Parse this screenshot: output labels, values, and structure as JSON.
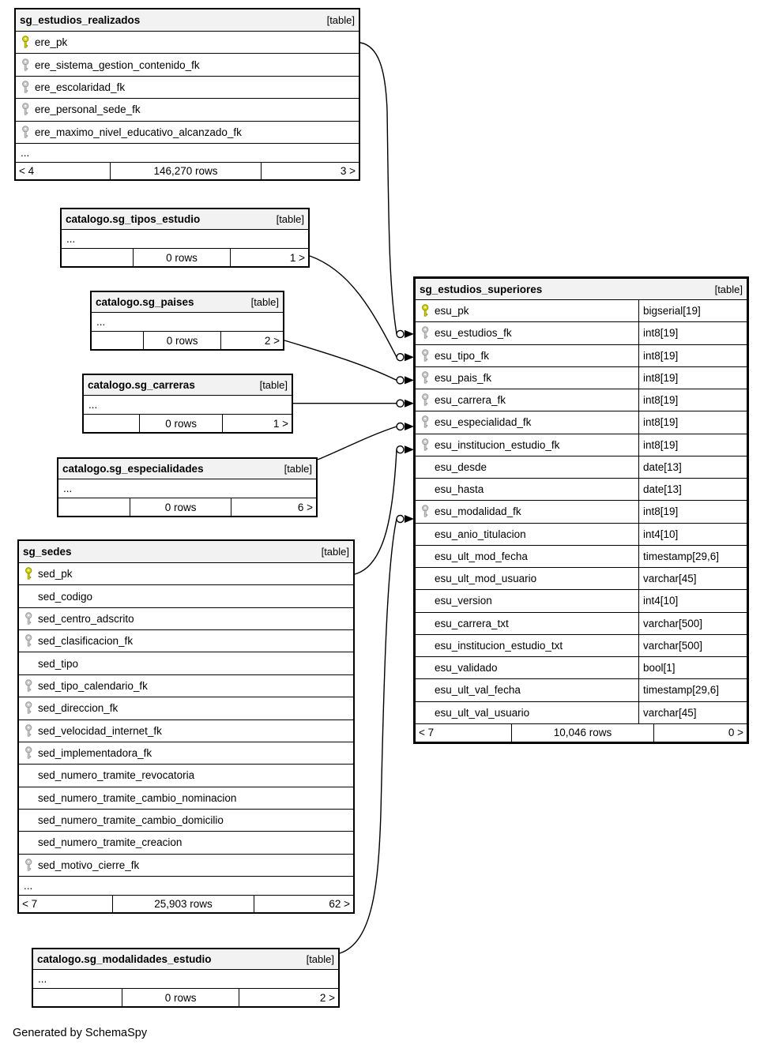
{
  "diagram": {
    "footer_note": "Generated by SchemaSpy",
    "colors": {
      "header_bg": "#f2f2f2",
      "pk_key_fill": "#d9d900",
      "pk_key_stroke": "#8f8f00",
      "fk_key_fill": "#cccccc",
      "fk_key_stroke": "#999999",
      "line": "#000000"
    }
  },
  "tables": [
    {
      "id": "sg_estudios_realizados",
      "name": "sg_estudios_realizados",
      "type_label": "[table]",
      "columns": [
        {
          "name": "ere_pk",
          "key": "pk"
        },
        {
          "name": "ere_sistema_gestion_contenido_fk",
          "key": "fk"
        },
        {
          "name": "ere_escolaridad_fk",
          "key": "fk"
        },
        {
          "name": "ere_personal_sede_fk",
          "key": "fk"
        },
        {
          "name": "ere_maximo_nivel_educativo_alcanzado_fk",
          "key": "fk"
        }
      ],
      "ellipsis": "...",
      "footer": {
        "left": "< 4",
        "center": "146,270 rows",
        "right": "3 >"
      }
    },
    {
      "id": "catalogo.sg_tipos_estudio",
      "name": "catalogo.sg_tipos_estudio",
      "type_label": "[table]",
      "columns": [],
      "ellipsis": "...",
      "footer": {
        "left": "",
        "center": "0 rows",
        "right": "1 >"
      }
    },
    {
      "id": "catalogo.sg_paises",
      "name": "catalogo.sg_paises",
      "type_label": "[table]",
      "columns": [],
      "ellipsis": "...",
      "footer": {
        "left": "",
        "center": "0 rows",
        "right": "2 >"
      }
    },
    {
      "id": "catalogo.sg_carreras",
      "name": "catalogo.sg_carreras",
      "type_label": "[table]",
      "columns": [],
      "ellipsis": "...",
      "footer": {
        "left": "",
        "center": "0 rows",
        "right": "1 >"
      }
    },
    {
      "id": "catalogo.sg_especialidades",
      "name": "catalogo.sg_especialidades",
      "type_label": "[table]",
      "columns": [],
      "ellipsis": "...",
      "footer": {
        "left": "",
        "center": "0 rows",
        "right": "6 >"
      }
    },
    {
      "id": "sg_sedes",
      "name": "sg_sedes",
      "type_label": "[table]",
      "columns": [
        {
          "name": "sed_pk",
          "key": "pk"
        },
        {
          "name": "sed_codigo",
          "key": ""
        },
        {
          "name": "sed_centro_adscrito",
          "key": "fk"
        },
        {
          "name": "sed_clasificacion_fk",
          "key": "fk"
        },
        {
          "name": "sed_tipo",
          "key": ""
        },
        {
          "name": "sed_tipo_calendario_fk",
          "key": "fk"
        },
        {
          "name": "sed_direccion_fk",
          "key": "fk"
        },
        {
          "name": "sed_velocidad_internet_fk",
          "key": "fk"
        },
        {
          "name": "sed_implementadora_fk",
          "key": "fk"
        },
        {
          "name": "sed_numero_tramite_revocatoria",
          "key": ""
        },
        {
          "name": "sed_numero_tramite_cambio_nominacion",
          "key": ""
        },
        {
          "name": "sed_numero_tramite_cambio_domicilio",
          "key": ""
        },
        {
          "name": "sed_numero_tramite_creacion",
          "key": ""
        },
        {
          "name": "sed_motivo_cierre_fk",
          "key": "fk"
        }
      ],
      "ellipsis": "...",
      "footer": {
        "left": "< 7",
        "center": "25,903 rows",
        "right": "62 >"
      }
    },
    {
      "id": "catalogo.sg_modalidades_estudio",
      "name": "catalogo.sg_modalidades_estudio",
      "type_label": "[table]",
      "columns": [],
      "ellipsis": "...",
      "footer": {
        "left": "",
        "center": "0 rows",
        "right": "2 >"
      }
    },
    {
      "id": "sg_estudios_superiores",
      "name": "sg_estudios_superiores",
      "type_label": "[table]",
      "columns": [
        {
          "name": "esu_pk",
          "key": "pk",
          "type": "bigserial[19]"
        },
        {
          "name": "esu_estudios_fk",
          "key": "fk",
          "type": "int8[19]"
        },
        {
          "name": "esu_tipo_fk",
          "key": "fk",
          "type": "int8[19]"
        },
        {
          "name": "esu_pais_fk",
          "key": "fk",
          "type": "int8[19]"
        },
        {
          "name": "esu_carrera_fk",
          "key": "fk",
          "type": "int8[19]"
        },
        {
          "name": "esu_especialidad_fk",
          "key": "fk",
          "type": "int8[19]"
        },
        {
          "name": "esu_institucion_estudio_fk",
          "key": "fk",
          "type": "int8[19]"
        },
        {
          "name": "esu_desde",
          "key": "",
          "type": "date[13]"
        },
        {
          "name": "esu_hasta",
          "key": "",
          "type": "date[13]"
        },
        {
          "name": "esu_modalidad_fk",
          "key": "fk",
          "type": "int8[19]"
        },
        {
          "name": "esu_anio_titulacion",
          "key": "",
          "type": "int4[10]"
        },
        {
          "name": "esu_ult_mod_fecha",
          "key": "",
          "type": "timestamp[29,6]"
        },
        {
          "name": "esu_ult_mod_usuario",
          "key": "",
          "type": "varchar[45]"
        },
        {
          "name": "esu_version",
          "key": "",
          "type": "int4[10]"
        },
        {
          "name": "esu_carrera_txt",
          "key": "",
          "type": "varchar[500]"
        },
        {
          "name": "esu_institucion_estudio_txt",
          "key": "",
          "type": "varchar[500]"
        },
        {
          "name": "esu_validado",
          "key": "",
          "type": "bool[1]"
        },
        {
          "name": "esu_ult_val_fecha",
          "key": "",
          "type": "timestamp[29,6]"
        },
        {
          "name": "esu_ult_val_usuario",
          "key": "",
          "type": "varchar[45]"
        }
      ],
      "footer": {
        "left": "< 7",
        "center": "10,046 rows",
        "right": "0 >"
      }
    }
  ],
  "relationships": [
    {
      "from_table": "sg_estudios_realizados",
      "from_column": "ere_pk",
      "to_table": "sg_estudios_superiores",
      "to_column": "esu_estudios_fk"
    },
    {
      "from_table": "catalogo.sg_tipos_estudio",
      "from_column": "",
      "to_table": "sg_estudios_superiores",
      "to_column": "esu_tipo_fk"
    },
    {
      "from_table": "catalogo.sg_paises",
      "from_column": "",
      "to_table": "sg_estudios_superiores",
      "to_column": "esu_pais_fk"
    },
    {
      "from_table": "catalogo.sg_carreras",
      "from_column": "",
      "to_table": "sg_estudios_superiores",
      "to_column": "esu_carrera_fk"
    },
    {
      "from_table": "catalogo.sg_especialidades",
      "from_column": "",
      "to_table": "sg_estudios_superiores",
      "to_column": "esu_especialidad_fk"
    },
    {
      "from_table": "sg_sedes",
      "from_column": "sed_pk",
      "to_table": "sg_estudios_superiores",
      "to_column": "esu_institucion_estudio_fk"
    },
    {
      "from_table": "catalogo.sg_modalidades_estudio",
      "from_column": "",
      "to_table": "sg_estudios_superiores",
      "to_column": "esu_modalidad_fk"
    }
  ]
}
